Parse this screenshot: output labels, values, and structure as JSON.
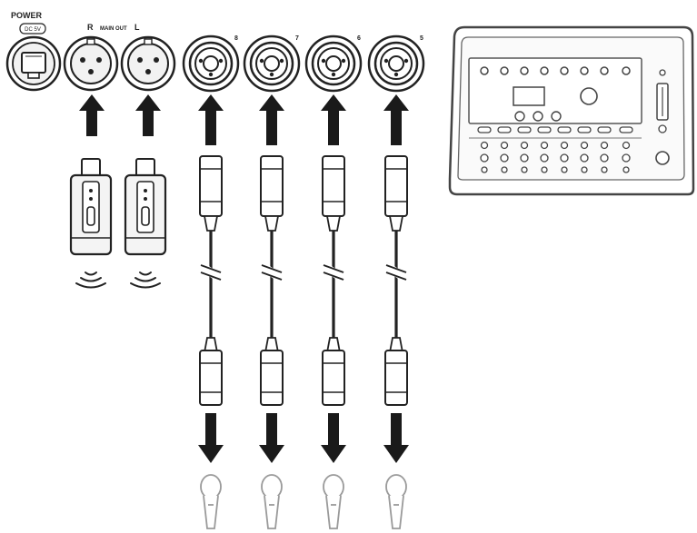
{
  "labels": {
    "power": "POWER",
    "power_connector": "DC 5V",
    "right": "R",
    "main_out": "MAIN OUT",
    "left": "L",
    "inputs": [
      "8",
      "7",
      "6",
      "5"
    ]
  },
  "icons": {
    "power_port": "ethercon-icon",
    "xlr_output": "xlr-female-icon",
    "combo_input": "xlr-trs-combo-icon",
    "wireless_transmitter": "wireless-transmitter-icon",
    "wireless_signal": "wireless-signal-icon",
    "cable": "xlr-cable-icon",
    "microphone": "microphone-icon",
    "mixer": "digital-mixer-icon"
  },
  "colors": {
    "ink": "#222222",
    "arrow": "#1a1a1a",
    "panel_fill": "#f2f2f2",
    "device_fill": "#f4f4f4"
  }
}
